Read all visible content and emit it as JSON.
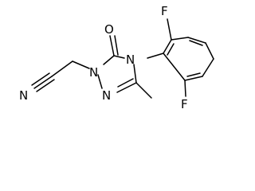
{
  "atoms": {
    "f_top": "F",
    "f_bottom": "F",
    "o": "O",
    "n_nitrile": "N",
    "n1": "N",
    "n4": "N",
    "n2": "N"
  }
}
